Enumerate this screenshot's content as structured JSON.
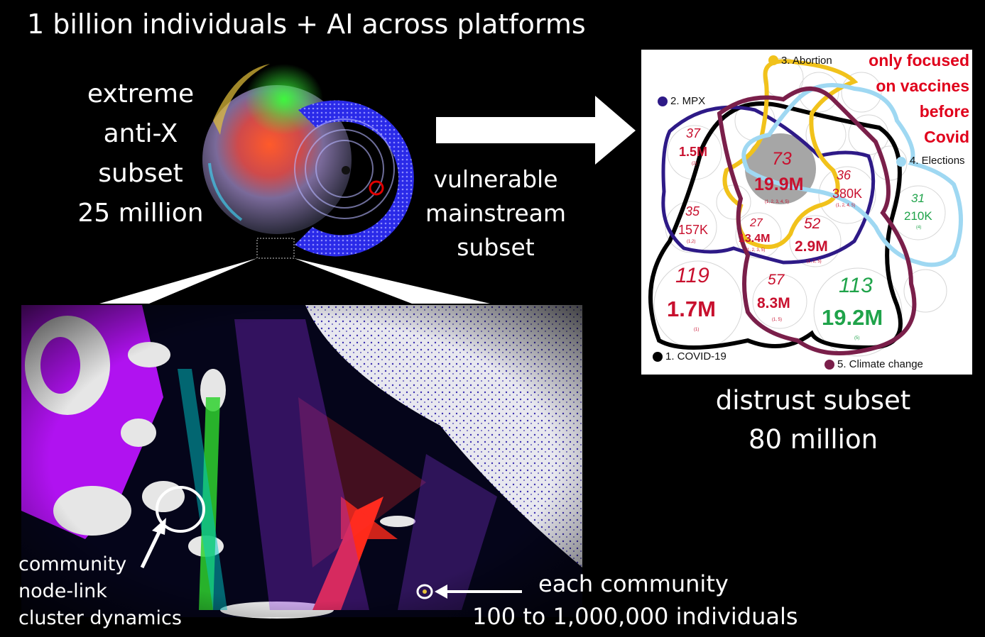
{
  "title": "1 billion individuals + AI across platforms",
  "extreme_subset": {
    "line1": "extreme",
    "line2": "anti-X",
    "line3": "subset",
    "line4": "25 million"
  },
  "vulnerable_subset": {
    "line1": "vulnerable",
    "line2": "mainstream",
    "line3": "subset"
  },
  "community_label": {
    "line1": "community",
    "line2": "node-link",
    "line3": "cluster dynamics"
  },
  "each_community": {
    "line1": "each community",
    "line2": "100 to 1,000,000 individuals"
  },
  "distrust_subset": {
    "line1": "distrust subset",
    "line2": "80 million"
  },
  "venn": {
    "topics": {
      "covid": "1. COVID-19",
      "mpx": "2. MPX",
      "abortion": "3. Abortion",
      "elections": "4. Elections",
      "climate": "5. Climate change"
    },
    "focus_note": {
      "line1": "only focused",
      "line2": "on vaccines",
      "line3": "before",
      "line4": "Covid"
    },
    "colors": {
      "covid": "#000000",
      "mpx": "#2e1a87",
      "abortion": "#f1c21b",
      "elections": "#9fd8f2",
      "climate": "#7a1f4a",
      "gray_circle": "#a6a6a6"
    },
    "regions": [
      {
        "count": "37",
        "size": "1.5M",
        "sets": "(2)"
      },
      {
        "count": "73",
        "size": "19.9M",
        "sets": "(1, 2, 3, 4, 5)"
      },
      {
        "count": "36",
        "size": "380K",
        "sets": "(1, 2, 4, 5)"
      },
      {
        "count": "35",
        "size": "157K",
        "sets": "(1,2)"
      },
      {
        "count": "27",
        "size": "13.4M",
        "sets": "(1, 2, 3, 5)"
      },
      {
        "count": "52",
        "size": "2.9M",
        "sets": "(1, 2, 5)"
      },
      {
        "count": "31",
        "size": "210K",
        "sets": "(4)"
      },
      {
        "count": "119",
        "size": "1.7M",
        "sets": "(1)"
      },
      {
        "count": "57",
        "size": "8.3M",
        "sets": "(1, 5)"
      },
      {
        "count": "113",
        "size": "19.2M",
        "sets": "(5)"
      }
    ]
  }
}
